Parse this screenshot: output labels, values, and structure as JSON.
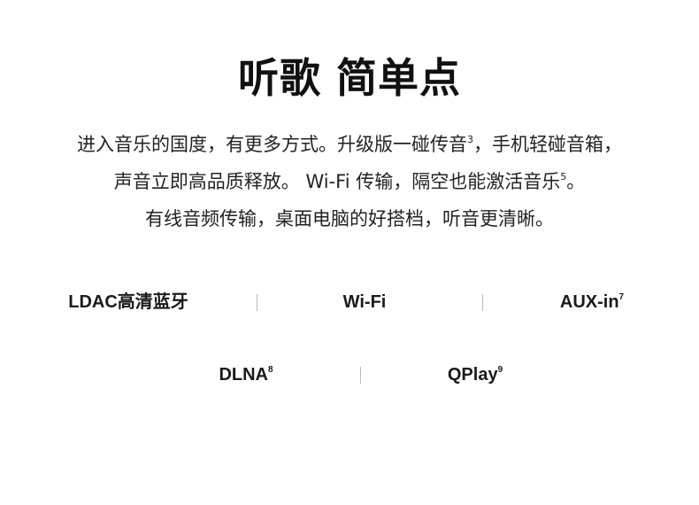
{
  "title": "听歌 简单点",
  "description": {
    "line1_a": "进入音乐的国度，有更多方式。升级版一碰传音",
    "line1_sup": "3",
    "line1_b": "，手机轻碰音箱，",
    "line2_a": "声音立即高品质释放。 Wi-Fi 传输，隔空也能激活音乐",
    "line2_sup": "5",
    "line2_b": "。",
    "line3": "有线音频传输，桌面电脑的好搭档，听音更清晰。"
  },
  "features": {
    "row1": [
      {
        "label": "LDAC高清蓝牙",
        "sup": ""
      },
      {
        "label": "Wi-Fi",
        "sup": ""
      },
      {
        "label": "AUX-in",
        "sup": "7"
      }
    ],
    "row2": [
      {
        "label": "DLNA",
        "sup": "8"
      },
      {
        "label": "QPlay",
        "sup": "9"
      }
    ]
  }
}
